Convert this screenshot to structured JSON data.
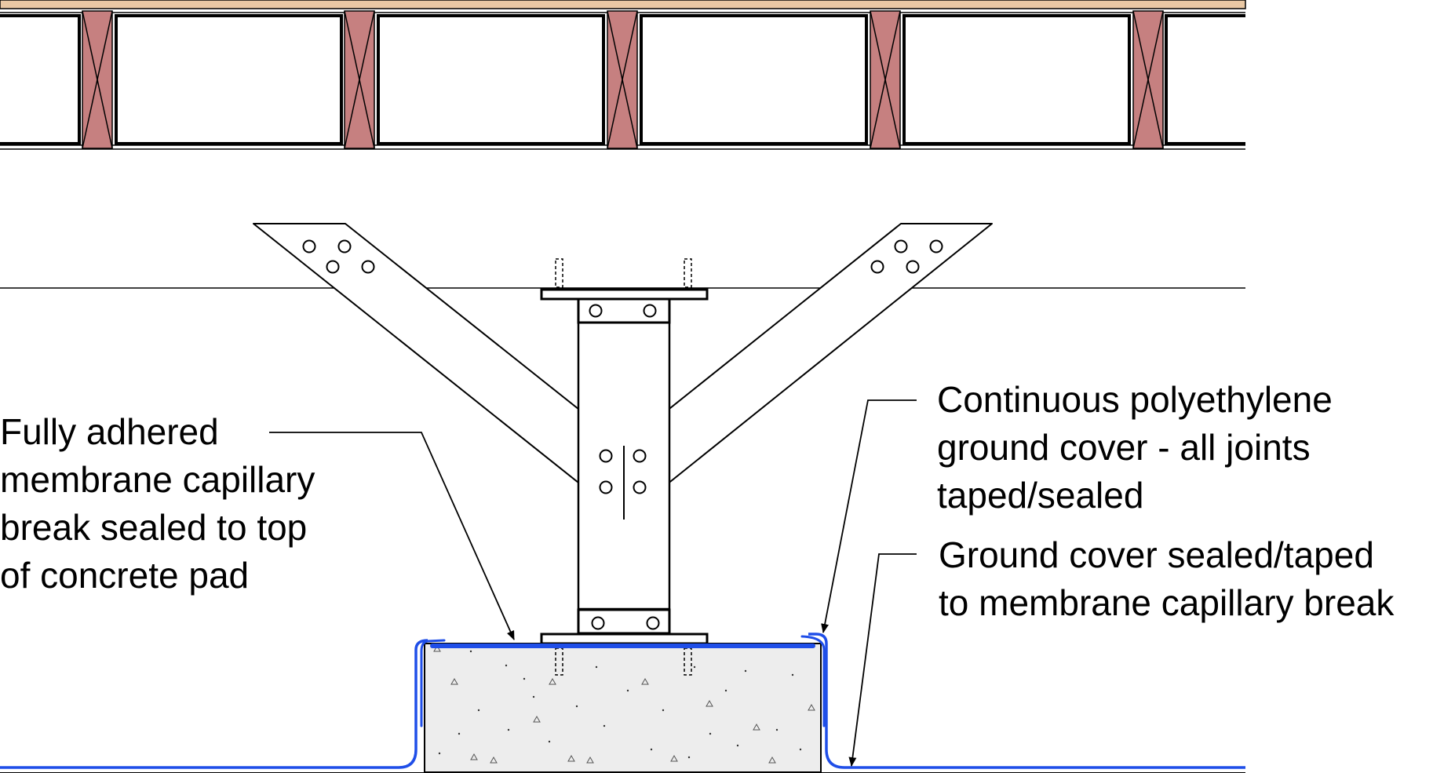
{
  "labels": {
    "membrane": {
      "lines": [
        "Fully adhered",
        "membrane capillary",
        "break sealed to top",
        "of concrete pad"
      ]
    },
    "ground_cover": {
      "lines": [
        "Continuous polyethylene",
        "ground cover - all joints",
        "taped/sealed"
      ]
    },
    "ground_cover_sealed": {
      "lines": [
        "Ground cover sealed/taped",
        "to membrane capillary break"
      ]
    }
  },
  "colors": {
    "joist": "#c68080",
    "subfloor": "#e9c8a4",
    "membrane": "#1f4ee8",
    "concrete": "#ededed",
    "line": "#000000"
  }
}
